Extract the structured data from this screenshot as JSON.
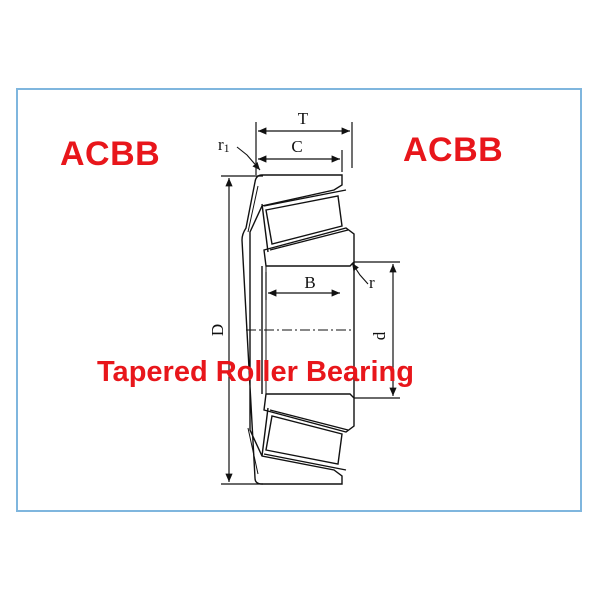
{
  "brand": {
    "left": "ACBB",
    "right": "ACBB"
  },
  "caption": "Tapered Roller Bearing",
  "dimensions": {
    "T": "T",
    "C": "C",
    "r1": "r",
    "r1_sub": "1",
    "r": "r",
    "B": "B",
    "D": "D",
    "d": "d"
  },
  "colors": {
    "brand": "#e8161b",
    "frame": "#7fb6de",
    "lines": "#111111"
  }
}
